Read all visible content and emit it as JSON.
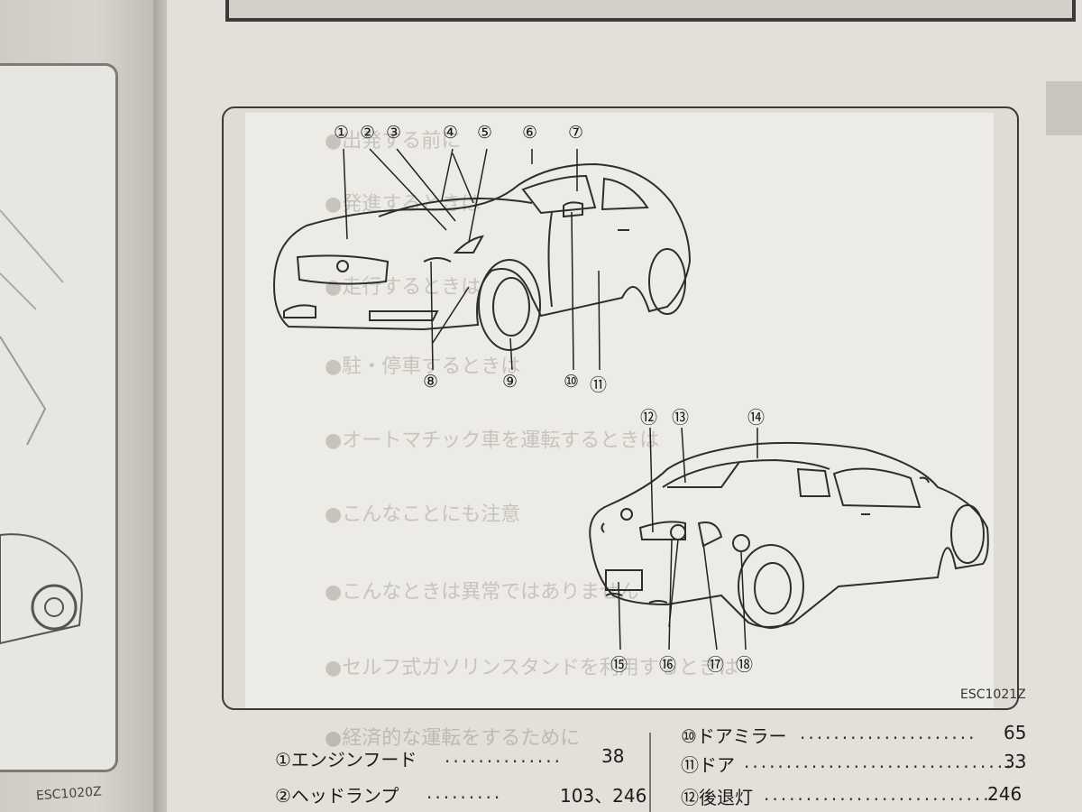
{
  "left_page": {
    "code": "ESC1020Z"
  },
  "ghost_text": [
    "●出発する前に",
    "●発進するときは",
    "●走行するときは",
    "●駐・停車するときは",
    "●オートマチック車を運転するときは",
    "●こんなことにも注意",
    "●こんなときは異常ではありません",
    "●セルフ式ガソリンスタンドを利用するときは",
    "●経済的な運転をするために"
  ],
  "figure": {
    "code": "ESC1021Z",
    "callouts": [
      "①",
      "②",
      "③",
      "④",
      "⑤",
      "⑥",
      "⑦",
      "⑧",
      "⑨",
      "⑩",
      "⑪",
      "⑫",
      "⑬",
      "⑭",
      "⑮",
      "⑯",
      "⑰",
      "⑱"
    ]
  },
  "index_left": [
    {
      "label": "①エンジンフード",
      "dots": "..............",
      "page": "38"
    },
    {
      "label": "②ヘッドランプ",
      "dots": ".........",
      "page": "103、246"
    }
  ],
  "index_right": [
    {
      "label": "⑩ドアミラー",
      "dots": ".....................",
      "page": "65"
    },
    {
      "label": "⑪ドア",
      "dots": ".................................",
      "page": "33"
    },
    {
      "label": "⑫後退灯",
      "dots": "...........................",
      "page": "246"
    }
  ]
}
